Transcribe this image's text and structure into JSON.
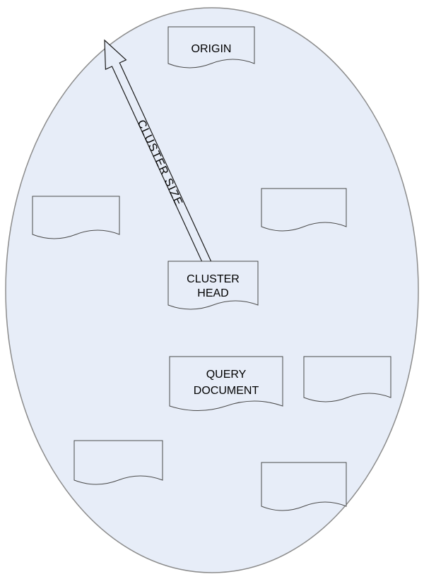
{
  "diagram": {
    "labels": {
      "origin": "ORIGIN",
      "cluster_head_line1": "CLUSTER",
      "cluster_head_line2": "HEAD",
      "query_document_line1": "QUERY",
      "query_document_line2": "DOCUMENT",
      "arrow": "CLUSTER SIZE"
    },
    "colors": {
      "shape_fill": "#e7edf8",
      "ellipse_stroke": "#8c8c8c",
      "shape_stroke": "#4a4a4a",
      "arrow_stroke": "#1a1a1a",
      "label_text": "#000000"
    },
    "unlabeled_document_count": 5
  }
}
